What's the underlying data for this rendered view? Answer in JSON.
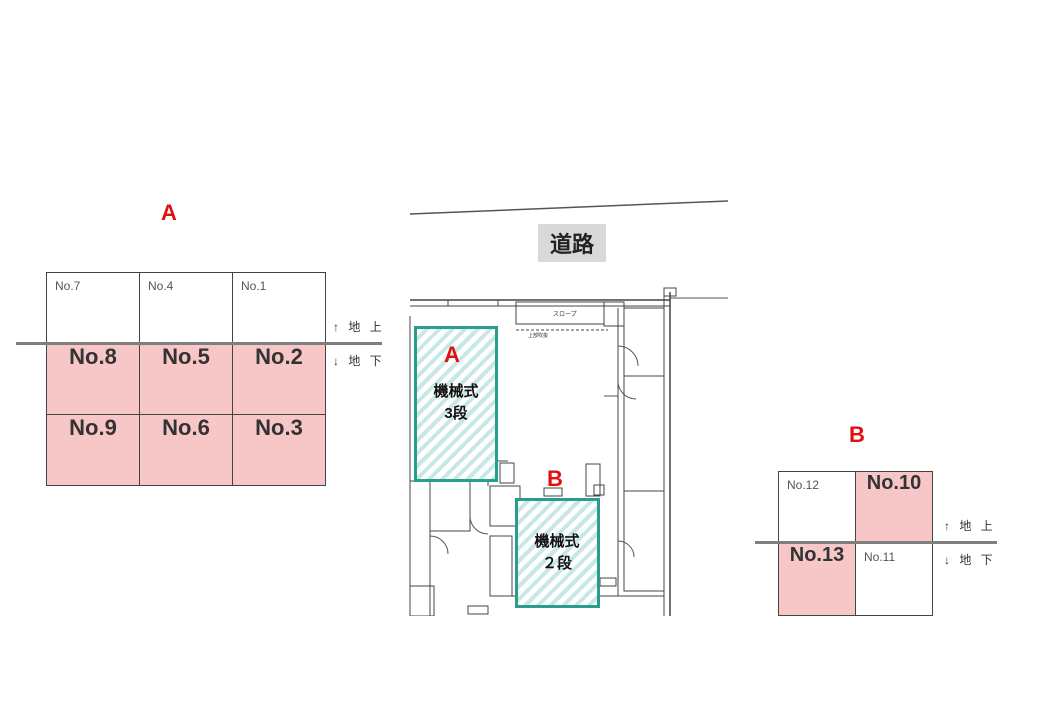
{
  "section_a": {
    "title": "A",
    "top_row": [
      {
        "label": "No.7"
      },
      {
        "label": "No.4"
      },
      {
        "label": "No.1"
      }
    ],
    "underground_rows": [
      [
        {
          "label": "No.8"
        },
        {
          "label": "No.5"
        },
        {
          "label": "No.2"
        }
      ],
      [
        {
          "label": "No.9"
        },
        {
          "label": "No.6"
        },
        {
          "label": "No.3"
        }
      ]
    ],
    "above_label": "↑ 地 上",
    "below_label": "↓ 地 下"
  },
  "section_b": {
    "title": "B",
    "top_row": [
      {
        "label": "No.12",
        "filled": false
      },
      {
        "label": "No.10",
        "filled": true
      }
    ],
    "bottom_row": [
      {
        "label": "No.13",
        "filled": true
      },
      {
        "label": "No.11",
        "filled": false
      }
    ],
    "above_label": "↑ 地 上",
    "below_label": "↓ 地 下"
  },
  "floor_plan": {
    "road_label": "道路",
    "plan_texts": {
      "slope": "スロープ",
      "upper": "上部吹抜"
    },
    "unit_a": {
      "letter": "A",
      "line1": "機械式",
      "line2": "3段"
    },
    "unit_b": {
      "letter": "B",
      "line1": "機械式",
      "line2": "２段"
    }
  },
  "colors": {
    "accent_red": "#e01010",
    "filled_cell": "#f7c6c6",
    "teal_outline": "#2a9d8f",
    "ground_line": "#7f7f7f"
  }
}
